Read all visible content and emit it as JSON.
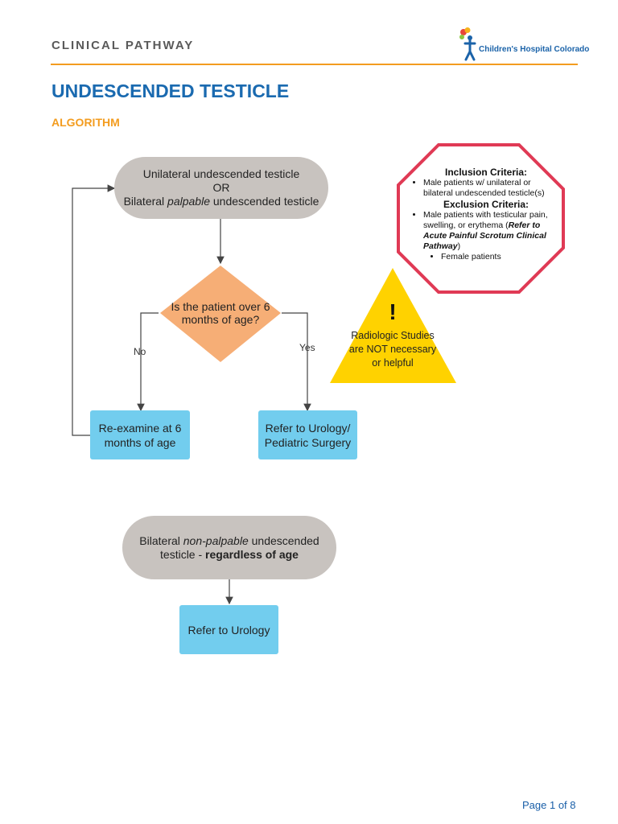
{
  "header": {
    "title": "CLINICAL PATHWAY",
    "logo_text": "Children's Hospital Colorado"
  },
  "page": {
    "title": "UNDESCENDED TESTICLE",
    "section": "ALGORITHM"
  },
  "flow1": {
    "start": {
      "line1": "Unilateral undescended testicle",
      "line2": "OR",
      "line3_pre": "Bilateral ",
      "line3_em": "palpable",
      "line3_post": " undescended testicle"
    },
    "decision": "Is the patient over 6 months of age?",
    "no_label": "No",
    "yes_label": "Yes",
    "no_action": "Re-examine at 6 months of age",
    "yes_action": "Refer to Urology/ Pediatric Surgery"
  },
  "criteria": {
    "inclusion_title": "Inclusion Criteria:",
    "inclusion_items": [
      "Male patients w/ unilateral or bilateral undescended testicle(s)"
    ],
    "exclusion_title": "Exclusion Criteria:",
    "exclusion_item1_pre": "Male patients with testicular pain, swelling, or erythema (",
    "exclusion_item1_bold": "Refer to Acute Painful Scrotum Clinical Pathway",
    "exclusion_item1_post": ")",
    "exclusion_item2": "Female patients"
  },
  "warning": {
    "symbol": "!",
    "text": "Radiologic Studies are NOT necessary or helpful"
  },
  "flow2": {
    "start_pre": "Bilateral ",
    "start_em": "non-palpable",
    "start_mid": " undescended testicle - ",
    "start_bold": "regardless of age",
    "action": "Refer to Urology"
  },
  "footer": {
    "page_label": "Page 1 of 8"
  },
  "colors": {
    "accent_orange": "#f39c1f",
    "title_blue": "#1a6ab0",
    "pill_gray": "#c8c3bf",
    "action_blue": "#72cdee",
    "diamond_orange": "#f6ae76",
    "octagon_red": "#e03a55",
    "warning_yellow": "#ffd200"
  }
}
